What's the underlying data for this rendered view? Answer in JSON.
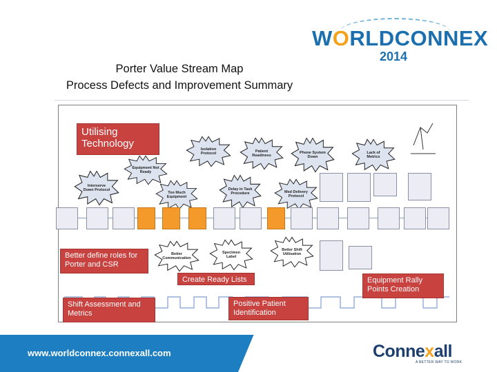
{
  "logo": {
    "word_start": "W",
    "word_o": "O",
    "word_rest": "RLDCONNEX",
    "year": "2014"
  },
  "title": {
    "line1": "Porter Value Stream Map",
    "line2": "Process Defects and Improvement Summary"
  },
  "improvements": {
    "utilising_technology": "Utilising Technology",
    "better_define_roles": "Better define roles for Porter and CSR",
    "create_ready_lists": "Create Ready Lists",
    "equipment_rally": "Equipment Rally Points Creation",
    "shift_assessment": "Shift Assessment and Metrics",
    "positive_patient": "Positive Patient Identification"
  },
  "bursts": [
    "Isolation Protocol",
    "Patient Readiness",
    "Phone System Down",
    "Lack of Metrics",
    "Equipment Not Ready",
    "Interserve Down Protocol",
    "Delay in Task Procedure",
    "Too Much Equipment",
    "Med Delivery Protocol",
    "Better Communication",
    "Specimen Label",
    "Better Shift Utilisation"
  ],
  "footer": {
    "url": "www.worldconnex.connexall.com",
    "brand_start": "Conne",
    "brand_x": "x",
    "brand_end": "all",
    "tagline": "A BETTER WAY TO WORK"
  },
  "colors": {
    "accent_red": "#c8423f",
    "brand_blue": "#1d7fc1",
    "brand_orange": "#f4a21b"
  }
}
